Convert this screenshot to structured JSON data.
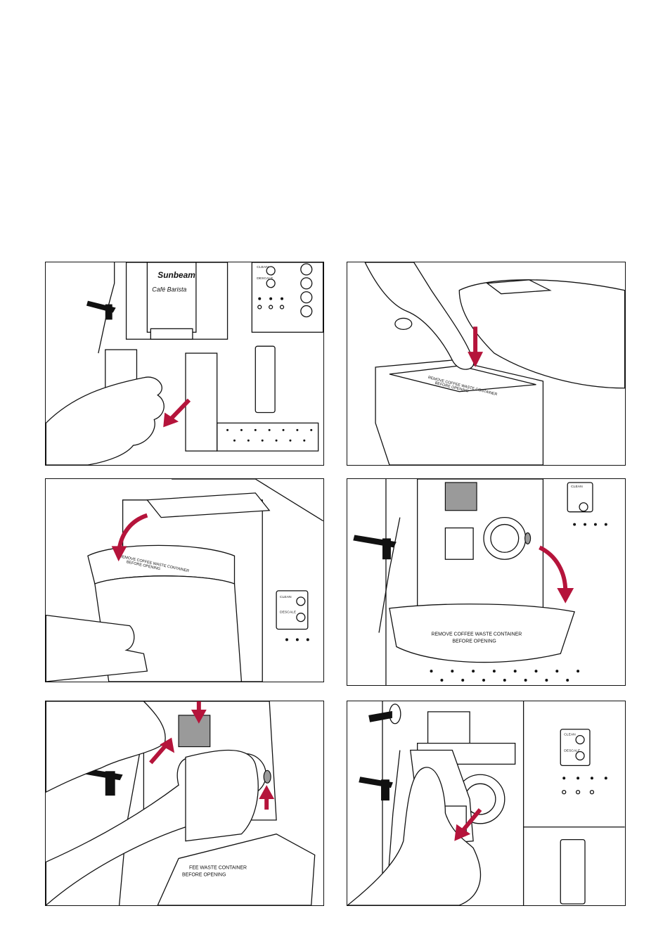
{
  "figures": [
    {
      "brand": "Sunbeam",
      "model": "Café Barista",
      "buttons": [
        "CLEAN",
        "DESCALE"
      ]
    },
    {
      "container_label": [
        "REMOVE COFFEE WASTE CONTAINER",
        "BEFORE OPENING"
      ]
    },
    {
      "container_label": [
        "REMOVE COFFEE WASTE CONTAINER",
        "BEFORE OPENING"
      ],
      "buttons": [
        "CLEAN",
        "DESCALE"
      ]
    },
    {
      "container_label": [
        "REMOVE COFFEE WASTE CONTAINER",
        "BEFORE OPENING"
      ],
      "buttons": [
        "CLEAN"
      ]
    },
    {
      "container_label": [
        "FEE WASTE CONTAINER",
        "BEFORE OPENING"
      ]
    },
    {
      "buttons": [
        "CLEAN",
        "DESCALE"
      ]
    }
  ],
  "colors": {
    "arrow": "#b5143b",
    "line": "#111111"
  }
}
